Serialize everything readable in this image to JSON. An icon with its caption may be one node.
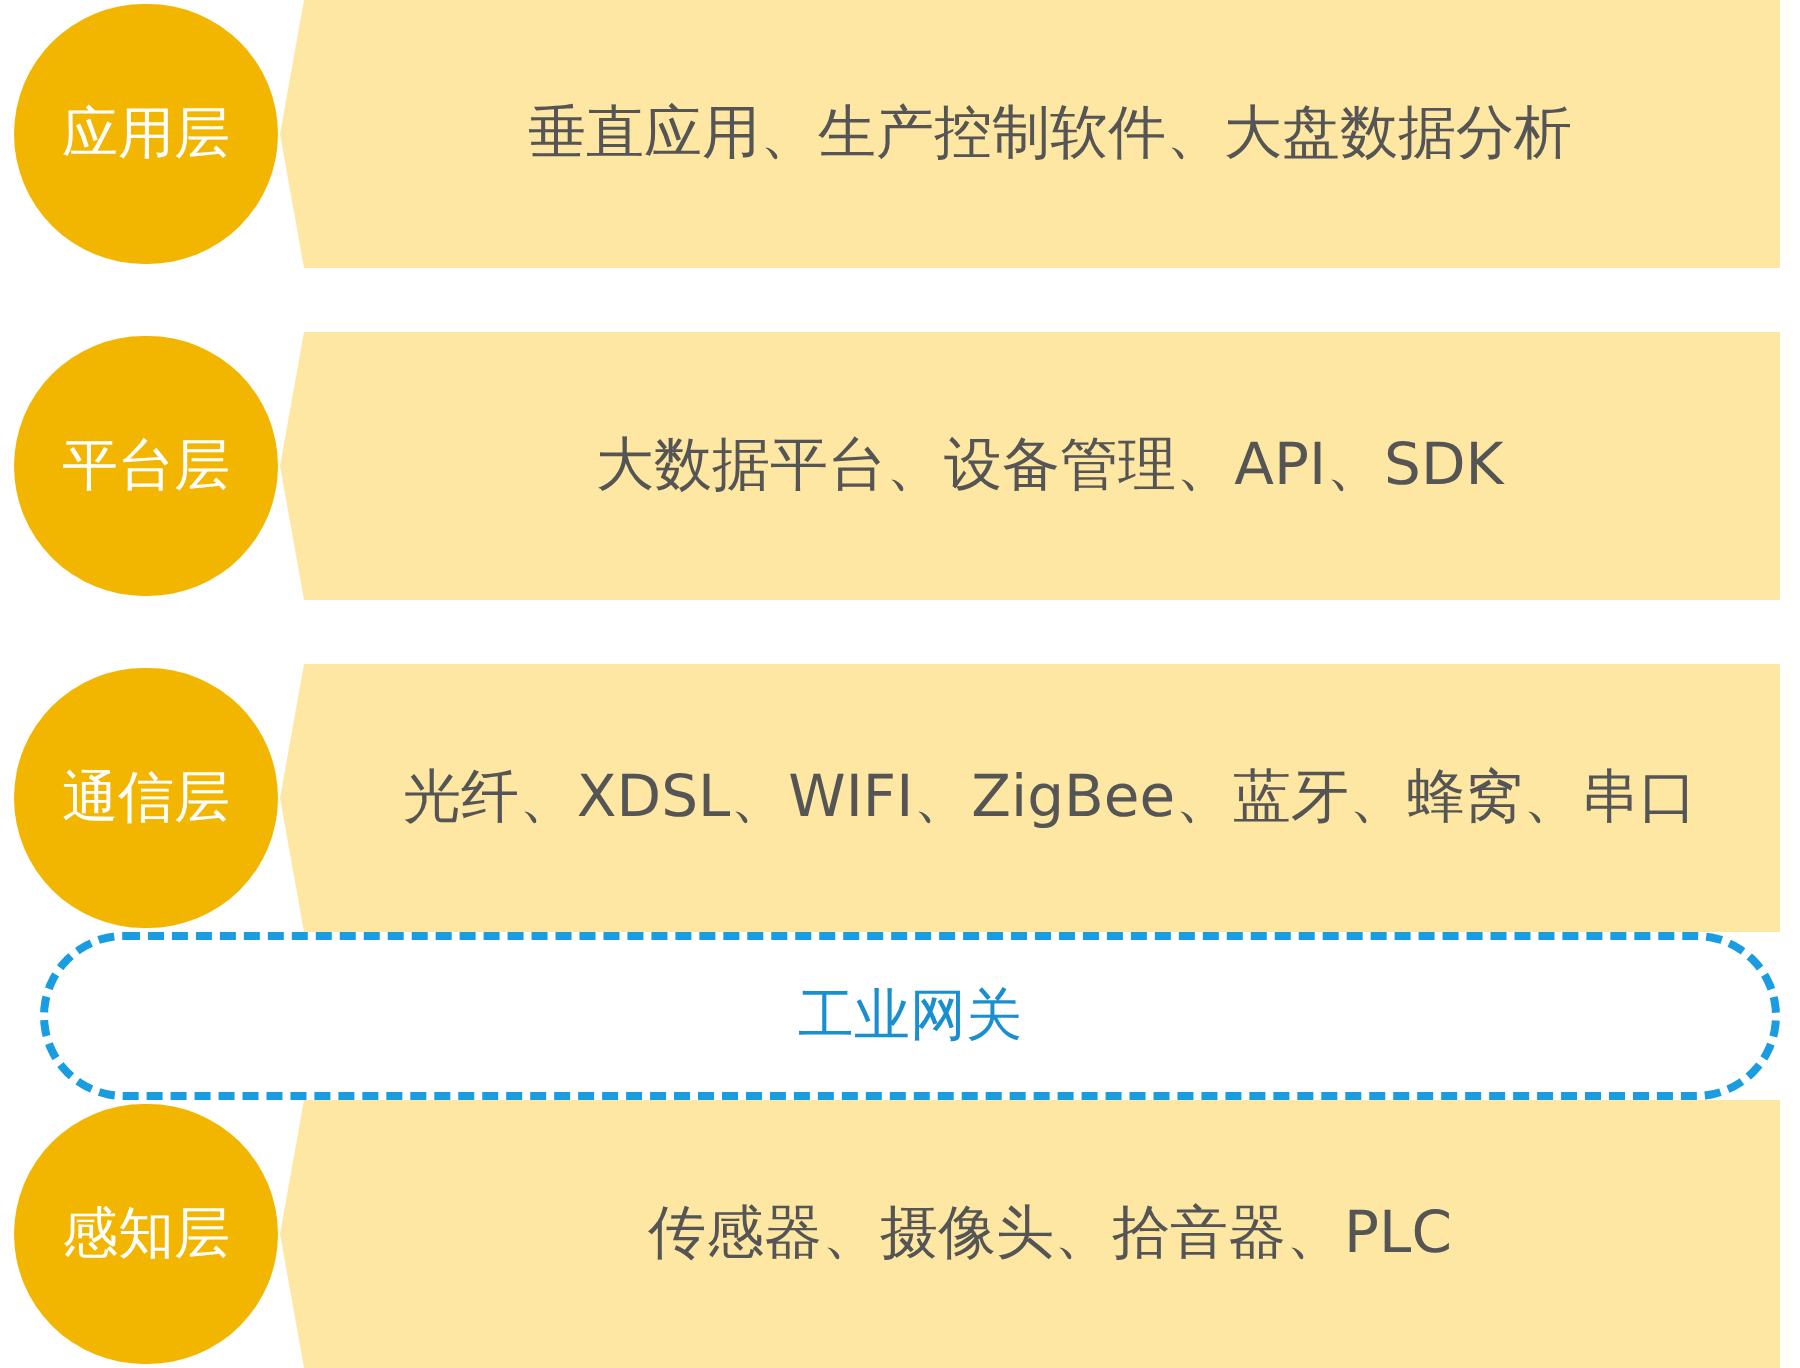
{
  "diagram": {
    "nodes": [
      {
        "text": [
          "应用层"
        ]
      },
      {
        "text": [
          "垂直应用、生产控制软件、大盘数据分析"
        ]
      },
      {
        "text": [
          "平台层"
        ]
      },
      {
        "text": [
          "大数据平台、设备管理、API、SDK"
        ]
      },
      {
        "text": [
          "通信层"
        ]
      },
      {
        "text": [
          "光纤、XDSL、WIFI、ZigBee、蓝牙、蜂窝、串口"
        ]
      },
      {
        "text": [
          "工业网关"
        ]
      },
      {
        "text": [
          "感知层"
        ]
      },
      {
        "text": [
          "传感器、摄像头、拾音器、PLC"
        ]
      }
    ]
  }
}
